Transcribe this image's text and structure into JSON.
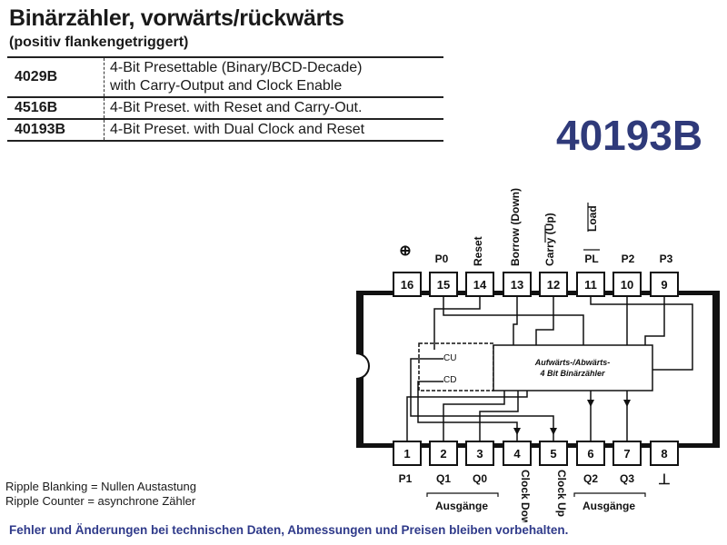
{
  "header": {
    "title": "Binärzähler, vorwärts/rückwärts",
    "subtitle": "(positiv flankengetriggert)"
  },
  "variants": [
    {
      "part": "4029B",
      "desc_lines": [
        "4-Bit Presettable (Binary/BCD-Decade)",
        "with Carry-Output and Clock Enable"
      ]
    },
    {
      "part": "4516B",
      "desc_lines": [
        "4-Bit Preset. with Reset and Carry-Out."
      ]
    },
    {
      "part": "40193B",
      "desc_lines": [
        "4-Bit Preset. with Dual Clock and Reset"
      ]
    }
  ],
  "featured_part": "40193B",
  "pinout": {
    "top_pins": [
      {
        "number": "16",
        "label": "⊕"
      },
      {
        "number": "15",
        "label": "P0"
      },
      {
        "number": "14",
        "label": "Reset"
      },
      {
        "number": "13",
        "label": "Borrow (Down)"
      },
      {
        "number": "12",
        "label": "Carry (Up)"
      },
      {
        "number": "11",
        "label": "PL",
        "label_top": "Load"
      },
      {
        "number": "10",
        "label": "P2"
      },
      {
        "number": "9",
        "label": "P3"
      }
    ],
    "bottom_pins": [
      {
        "number": "1",
        "label": "P1"
      },
      {
        "number": "2",
        "label": "Q1"
      },
      {
        "number": "3",
        "label": "Q0"
      },
      {
        "number": "4",
        "label": "Clock Down"
      },
      {
        "number": "5",
        "label": "Clock Up"
      },
      {
        "number": "6",
        "label": "Q2"
      },
      {
        "number": "7",
        "label": "Q3"
      },
      {
        "number": "8",
        "label": "⊥"
      }
    ],
    "counter_block_lines": [
      "Aufwärts-/Abwärts-",
      "4 Bit Binärzähler"
    ],
    "clock_up_label": "CU",
    "clock_down_label": "CD",
    "outputs_label": "Ausgänge"
  },
  "notes": [
    "Ripple Blanking = Nullen Austastung",
    "Ripple Counter = asynchrone Zähler"
  ],
  "footer": "Fehler und Änderungen bei technischen Daten, Abmessungen und Preisen bleiben vorbehalten.",
  "colors": {
    "accent": "#2f3a7a",
    "footer": "#2f3a8a",
    "text": "#1a1a1a"
  }
}
